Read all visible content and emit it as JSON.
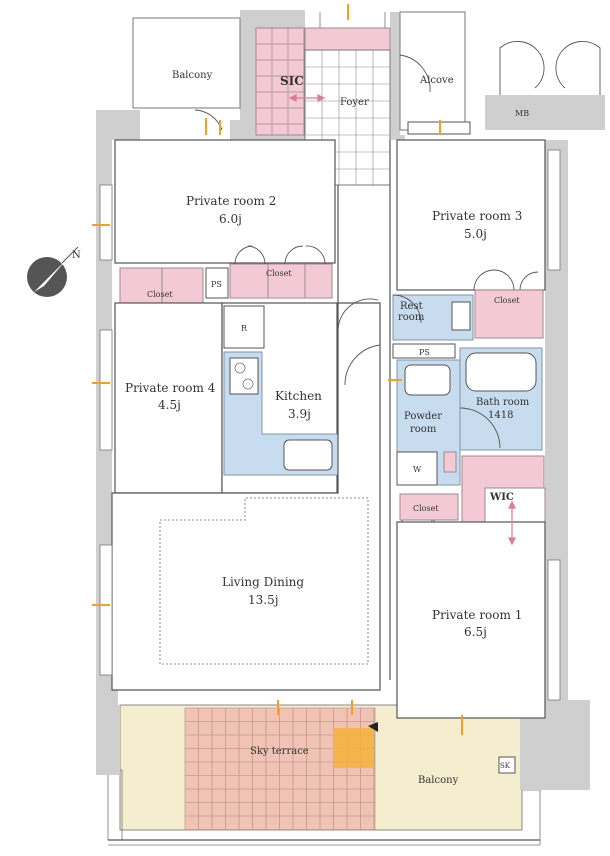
{
  "rooms": {
    "balcony_top": "Balcony",
    "sic": "SIC",
    "foyer": "Foyer",
    "alcove": "Alcove",
    "mb": "MB",
    "private_room_2": {
      "name": "Private room 2",
      "size": "6.0j"
    },
    "private_room_3": {
      "name": "Private room 3",
      "size": "5.0j"
    },
    "private_room_4": {
      "name": "Private room 4",
      "size": "4.5j"
    },
    "private_room_1": {
      "name": "Private room 1",
      "size": "6.5j"
    },
    "kitchen": {
      "name": "Kitchen",
      "size": "3.9j"
    },
    "living_dining": {
      "name": "Living Dining",
      "size": "13.5j"
    },
    "rest_room": {
      "line1": "Rest",
      "line2": "room"
    },
    "powder_room": {
      "line1": "Powder",
      "line2": "room"
    },
    "bath_room": {
      "name": "Bath room",
      "size": "1418"
    },
    "sky_terrace": "Sky terrace",
    "balcony_bottom": "Balcony",
    "sk": "SK",
    "wic": "WIC",
    "closet_pr2": "Closet",
    "closet_pr4": "Closet",
    "closet_pr3": "Closet",
    "closet_pr1": "Closet",
    "ps_upper": "PS",
    "ps_lower": "PS",
    "refrigerator": "R",
    "washer": "W"
  },
  "compass": {
    "north_label": "N"
  },
  "colors": {
    "storage_pink": "#f2c9d4",
    "wet_blue": "#c7dcee",
    "terrace_beige": "#f4eecf",
    "terrace_tile": "#f0c3b5",
    "wall_grey": "#cfcfcf",
    "accent_orange": "#f5a020"
  }
}
